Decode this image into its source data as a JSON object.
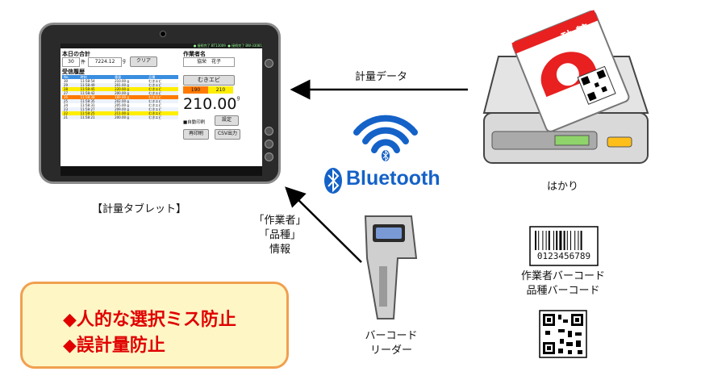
{
  "tablet": {
    "status_left": "● 接続完了 BT13009",
    "status_right": "● 接続完了 BW-33081",
    "total_label": "本日の合計",
    "total_count": "30",
    "count_unit": "件",
    "total_weight": "7224.12",
    "weight_unit": "g",
    "clear_button": "クリア",
    "worker_label": "作業者名",
    "worker_name": "協栄　花子",
    "history_label": "受信履歴",
    "history_headers": [
      "No.",
      "時刻",
      "重量",
      "品種"
    ],
    "history_rows": [
      [
        "30",
        "11:58:54",
        "210.00  g",
        "むきエビ"
      ],
      [
        "29",
        "11:58:49",
        "201.00  g",
        "むきエビ"
      ],
      [
        "28",
        "11:58:45",
        "220.00  g",
        "むきエビ"
      ],
      [
        "27",
        "11:58:42",
        "200.00  g",
        "むきエビ"
      ],
      [
        "26",
        "11:58:38",
        "189.00  g",
        "むきエビ"
      ],
      [
        "25",
        "11:58:35",
        "202.00  g",
        "むきエビ"
      ],
      [
        "24",
        "11:58:31",
        "205.00  g",
        "むきエビ"
      ],
      [
        "23",
        "11:58:27",
        "209.00  g",
        "むきエビ"
      ],
      [
        "22",
        "11:58:25",
        "211.00  g",
        "むきエビ"
      ],
      [
        "21",
        "11:58:21",
        "200.00  g",
        "むきエビ"
      ]
    ],
    "product_name": "むきエビ",
    "range_low": "190",
    "range_high": "210",
    "current_weight": "210.00",
    "current_unit": "g",
    "auto_print": "■自動印刷",
    "settings_button": "設定",
    "reprint_button": "再印刷",
    "csv_button": "CSV出力"
  },
  "labels": {
    "tablet_caption": "【計量タブレット】",
    "weighing_data": "計量データ",
    "bluetooth": "Bluetooth",
    "scale_caption": "はかり",
    "sugar_label": "砂 糖",
    "info_line1": "「作業者」",
    "info_line2": "「品種」",
    "info_line3": "情報",
    "reader_line1": "バーコード",
    "reader_line2": "リーダー",
    "barcode_number": "0123456789",
    "barcode_line1": "作業者バーコード",
    "barcode_line2": "品種バーコード",
    "benefit1": "◆人的な選択ミス防止",
    "benefit2": "◆誤計量防止"
  },
  "colors": {
    "highlight_yellow": "#ffee00",
    "highlight_orange": "#ff7a00",
    "bluetooth_blue": "#1462c8",
    "benefit_red": "#e00000",
    "box_border": "#f0a050",
    "box_fill": "#fff6c6"
  }
}
